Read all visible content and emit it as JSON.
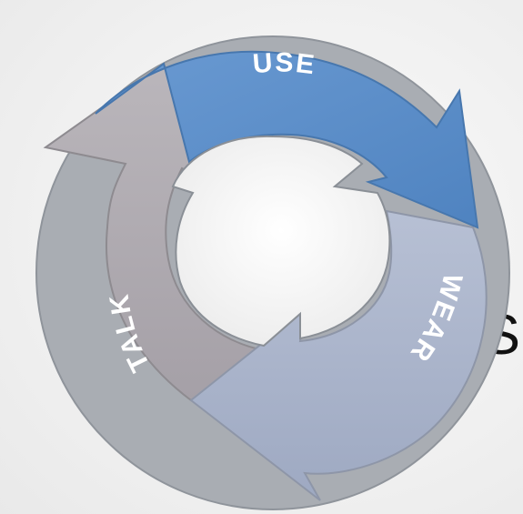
{
  "diagram": {
    "side_text": "S",
    "stages": [
      {
        "label": "USE",
        "color": "#5b8ec9",
        "letters": [
          "U",
          "S",
          "E"
        ]
      },
      {
        "label": "WEAR",
        "color": "#aab4ca",
        "letters": [
          "W",
          "E",
          "A",
          "R"
        ]
      },
      {
        "label": "TALK",
        "color": "#aeaab0",
        "letters": [
          "T",
          "A",
          "L",
          "K"
        ]
      }
    ],
    "colors": {
      "ring_rim": "#9a9fa6",
      "inner_hole": "#fdfdfd"
    }
  }
}
